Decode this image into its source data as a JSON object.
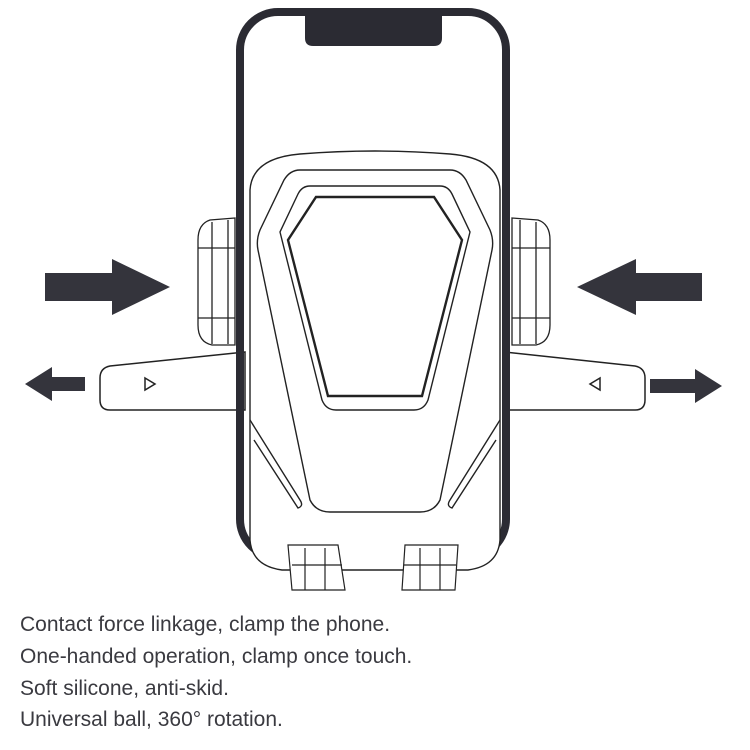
{
  "features": [
    "Contact force linkage, clamp the phone.",
    "One-handed operation, clamp once touch.",
    "Soft silicone, anti-skid.",
    "Universal ball, 360° rotation."
  ],
  "colors": {
    "ink": "#2b2b33",
    "arrow": "#34343c",
    "line": "#222222"
  }
}
